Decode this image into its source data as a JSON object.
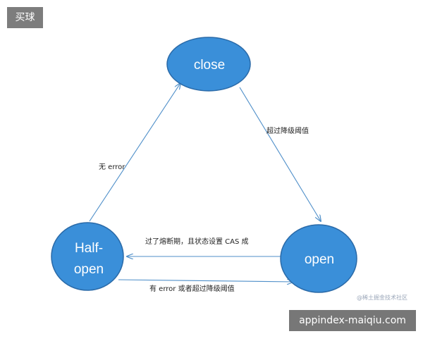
{
  "badge": {
    "label": "买球"
  },
  "footer": {
    "label": "appindex-maiqiu.com"
  },
  "watermark": {
    "label": "@稀土掘金技术社区"
  },
  "colors": {
    "node_fill": "#3a8fd9",
    "node_stroke": "#2a6aa8",
    "edge": "#4f8fc9"
  },
  "diagram": {
    "nodes": [
      {
        "id": "close",
        "lines": [
          "close"
        ]
      },
      {
        "id": "open",
        "lines": [
          "open"
        ]
      },
      {
        "id": "half_open",
        "lines": [
          "Half-",
          "open"
        ]
      }
    ],
    "edges": [
      {
        "id": "close_to_open",
        "from": "close",
        "to": "open",
        "label": "超过降级阈值"
      },
      {
        "id": "half_open_to_close",
        "from": "half_open",
        "to": "close",
        "label": "无 error"
      },
      {
        "id": "open_to_half_open",
        "from": "open",
        "to": "half_open",
        "label": "过了熔断期，且状态设置 CAS 成"
      },
      {
        "id": "half_open_to_open",
        "from": "half_open",
        "to": "open",
        "label": "有 error 或者超过降级阈值"
      }
    ]
  }
}
